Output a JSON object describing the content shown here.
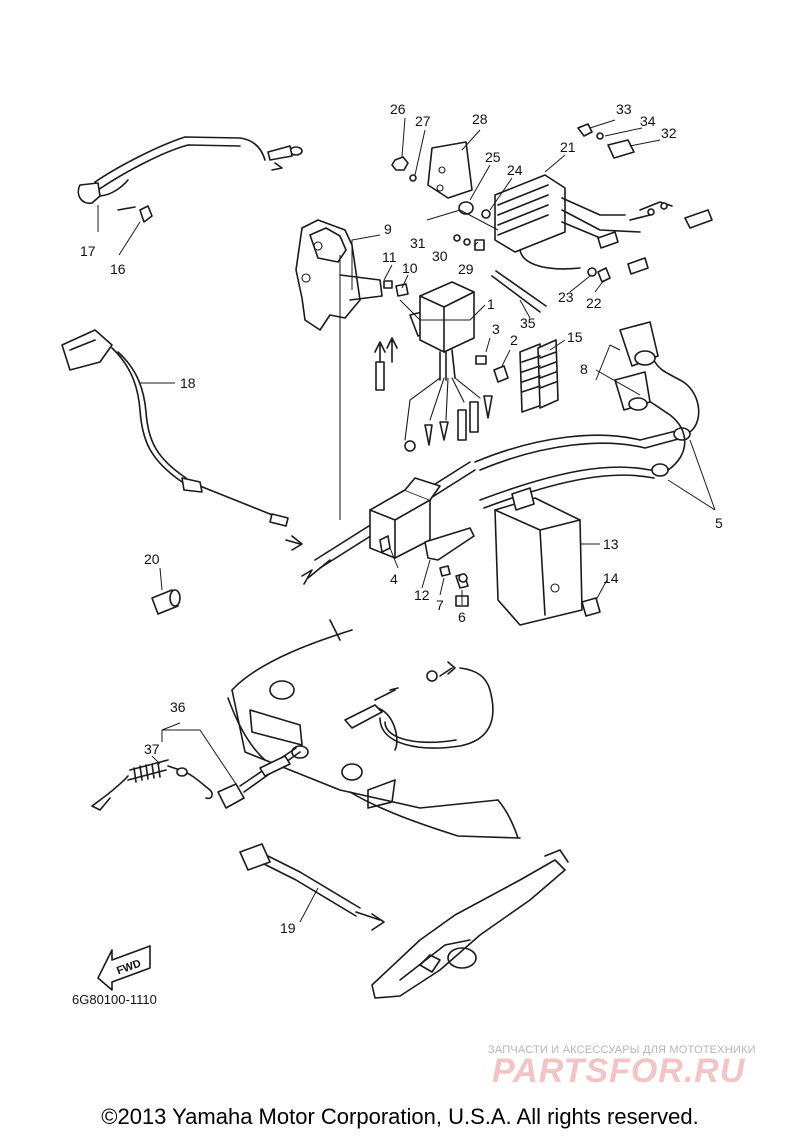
{
  "diagram": {
    "callouts": [
      "1",
      "2",
      "3",
      "4",
      "5",
      "6",
      "7",
      "8",
      "9",
      "10",
      "11",
      "12",
      "13",
      "14",
      "15",
      "16",
      "17",
      "18",
      "19",
      "20",
      "21",
      "22",
      "23",
      "24",
      "25",
      "26",
      "27",
      "28",
      "29",
      "30",
      "31",
      "32",
      "33",
      "34",
      "35",
      "36",
      "37"
    ],
    "catalog_number": "6G80100-1110",
    "fwd_label": "FWD"
  },
  "watermark": {
    "line1": "ЗАПЧАСТИ И АКСЕССУАРЫ ДЛЯ МОТОТЕХНИКИ",
    "line2": "PARTSFOR.RU"
  },
  "footer": {
    "copyright": "©2013 Yamaha Motor Corporation, U.S.A. All rights reserved."
  }
}
